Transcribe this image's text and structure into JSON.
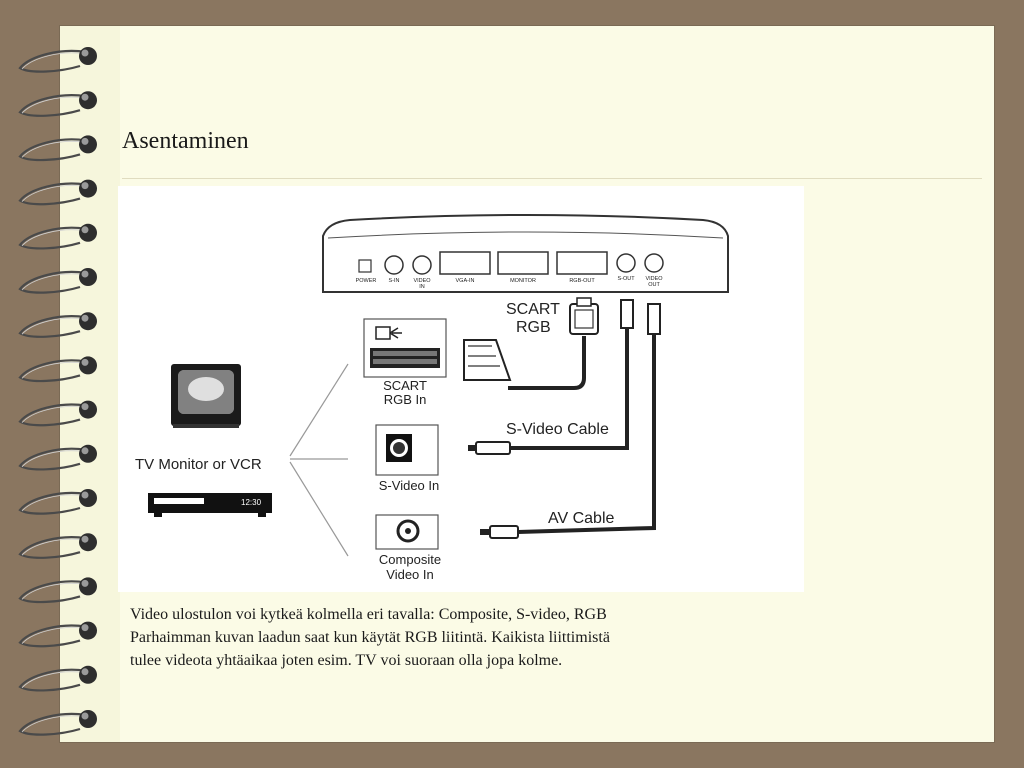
{
  "slide": {
    "title": "Asentaminen",
    "caption_lines": [
      "Video ulostulon voi kytkeä kolmella eri tavalla: Composite, S-video, RGB",
      "Parhaimman kuvan laadun saat kun käytät RGB liitintä. Kaikista liittimistä",
      "tulee videota yhtäaikaa joten esim. TV voi suoraan olla jopa kolme."
    ]
  },
  "diagram": {
    "device_ports": {
      "power": "POWER",
      "s_in": "S-IN",
      "video_in_1": "VIDEO",
      "video_in_2": "IN",
      "vga_in": "VGA-IN",
      "monitor": "MONITOR",
      "rgb_out": "RGB-OUT",
      "s_out": "S-OUT",
      "video_out_1": "VIDEO",
      "video_out_2": "OUT"
    },
    "tv_label": "TV Monitor or VCR",
    "vcr_display": "12:30",
    "scart_cable_1": "SCART",
    "scart_cable_2": "RGB",
    "scart_in_1": "SCART",
    "scart_in_2": "RGB In",
    "svideo_cable": "S-Video Cable",
    "svideo_in": "S-Video In",
    "av_cable": "AV Cable",
    "composite_in_1": "Composite",
    "composite_in_2": "Video In"
  }
}
